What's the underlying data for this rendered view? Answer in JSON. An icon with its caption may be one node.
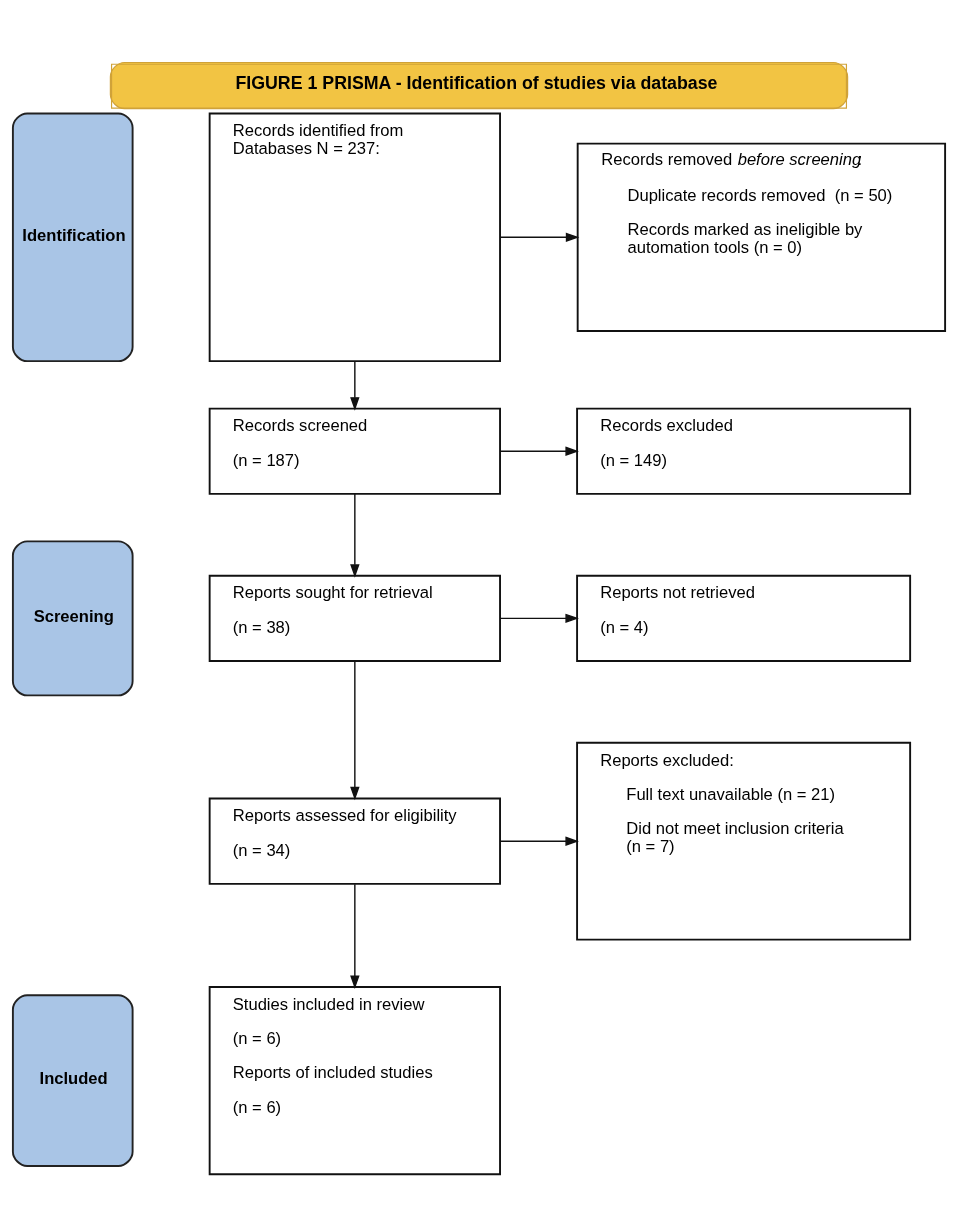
{
  "diagram": {
    "title": "FIGURE 1 PRISMA - Identification of studies via database",
    "nodes": [
      {
        "text": [
          "Identification"
        ]
      },
      {
        "text": [
          "Records identified from Databases N = 237:"
        ]
      },
      {
        "text": [
          "Records removed *before screening*:",
          "Duplicate records removed  (n = 50)",
          "Records marked as ineligible by automation tools (n = 0)"
        ]
      },
      {
        "text": [
          "Screening"
        ]
      },
      {
        "text": [
          "Records screened",
          "(n = 187)"
        ]
      },
      {
        "text": [
          "Records excluded",
          "(n = 149)"
        ]
      },
      {
        "text": [
          "Reports sought for retrieval",
          "(n = 38)"
        ]
      },
      {
        "text": [
          "Reports not retrieved",
          "(n = 4)"
        ]
      },
      {
        "text": [
          "Reports assessed for eligibility",
          "(n = 34)"
        ]
      },
      {
        "text": [
          "Reports excluded:",
          "Full text unavailable (n = 21)",
          "Did not meet inclusion criteria (n = 7)"
        ]
      },
      {
        "text": [
          "Included"
        ]
      },
      {
        "text": [
          "Studies included in review",
          "(n = 6)",
          "Reports of included studies",
          "(n = 6)"
        ]
      }
    ],
    "edges": [
      {
        "from": 1,
        "to": 2,
        "arrow": "to"
      },
      {
        "from": 1,
        "to": 4,
        "arrow": "to"
      },
      {
        "from": 4,
        "to": 5,
        "arrow": "to"
      },
      {
        "from": 4,
        "to": 6,
        "arrow": "to"
      },
      {
        "from": 6,
        "to": 7,
        "arrow": "to"
      },
      {
        "from": 6,
        "to": 8,
        "arrow": "to"
      },
      {
        "from": 8,
        "to": 9,
        "arrow": "to"
      },
      {
        "from": 8,
        "to": 11,
        "arrow": "to"
      }
    ]
  }
}
